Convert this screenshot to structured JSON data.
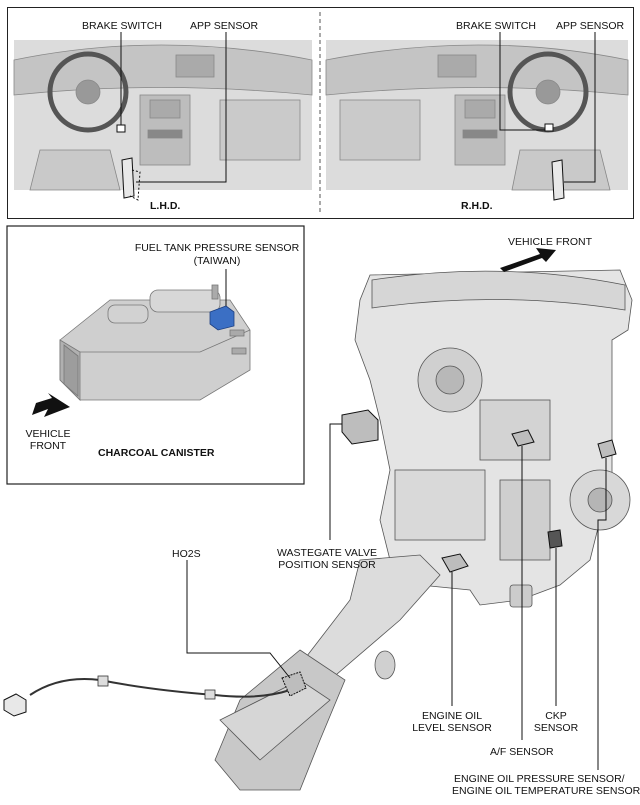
{
  "top_panel": {
    "lhd": {
      "brake_switch": "BRAKE SWITCH",
      "app_sensor": "APP SENSOR",
      "caption": "L.H.D."
    },
    "rhd": {
      "brake_switch": "BRAKE SWITCH",
      "app_sensor": "APP SENSOR",
      "caption": "R.H.D."
    }
  },
  "canister_panel": {
    "fuel_tank_sensor_line1": "FUEL TANK PRESSURE SENSOR",
    "fuel_tank_sensor_line2": "(TAIWAN)",
    "vehicle_front_line1": "VEHICLE",
    "vehicle_front_line2": "FRONT",
    "caption": "CHARCOAL CANISTER"
  },
  "engine": {
    "vehicle_front": "VEHICLE FRONT",
    "ho2s": "HO2S",
    "wastegate_line1": "WASTEGATE VALVE",
    "wastegate_line2": "POSITION SENSOR",
    "oil_level_line1": "ENGINE OIL",
    "oil_level_line2": "LEVEL SENSOR",
    "ckp_line1": "CKP",
    "ckp_line2": "SENSOR",
    "af_sensor": "A/F SENSOR",
    "oil_pressure_line1": "ENGINE OIL PRESSURE SENSOR/",
    "oil_pressure_line2": "ENGINE OIL TEMPERATURE SENSOR"
  },
  "colors": {
    "sensor_highlight": "#3b6fc4",
    "line": "#222222",
    "shade": "#bdbdbd"
  }
}
